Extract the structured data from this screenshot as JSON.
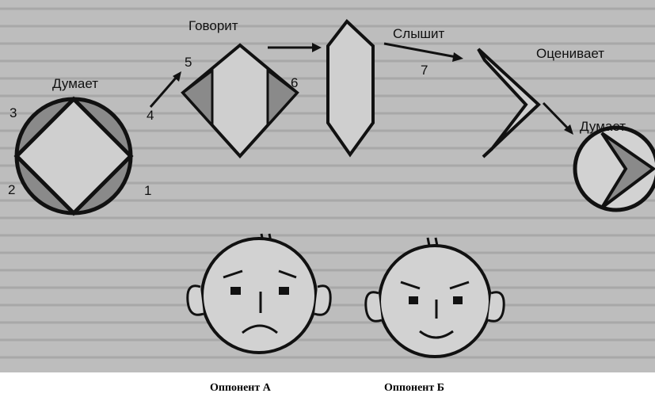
{
  "figure": {
    "steps": [
      {
        "number": "1"
      },
      {
        "number": "2"
      },
      {
        "number": "3",
        "label": "Думает"
      },
      {
        "number": "4"
      },
      {
        "number": "5",
        "label": "Говорит"
      },
      {
        "number": "6"
      },
      {
        "number": "7",
        "label": "Слышит"
      },
      {
        "label": "Оценивает"
      },
      {
        "label": "Думает"
      }
    ]
  },
  "captions": {
    "opponent_a": "Оппонент А",
    "opponent_b": "Оппонент Б"
  },
  "colors": {
    "ink": "#111111",
    "paper": "#bdbdbd",
    "shade": "#8a8a8a",
    "face": "#d2d2d2"
  }
}
